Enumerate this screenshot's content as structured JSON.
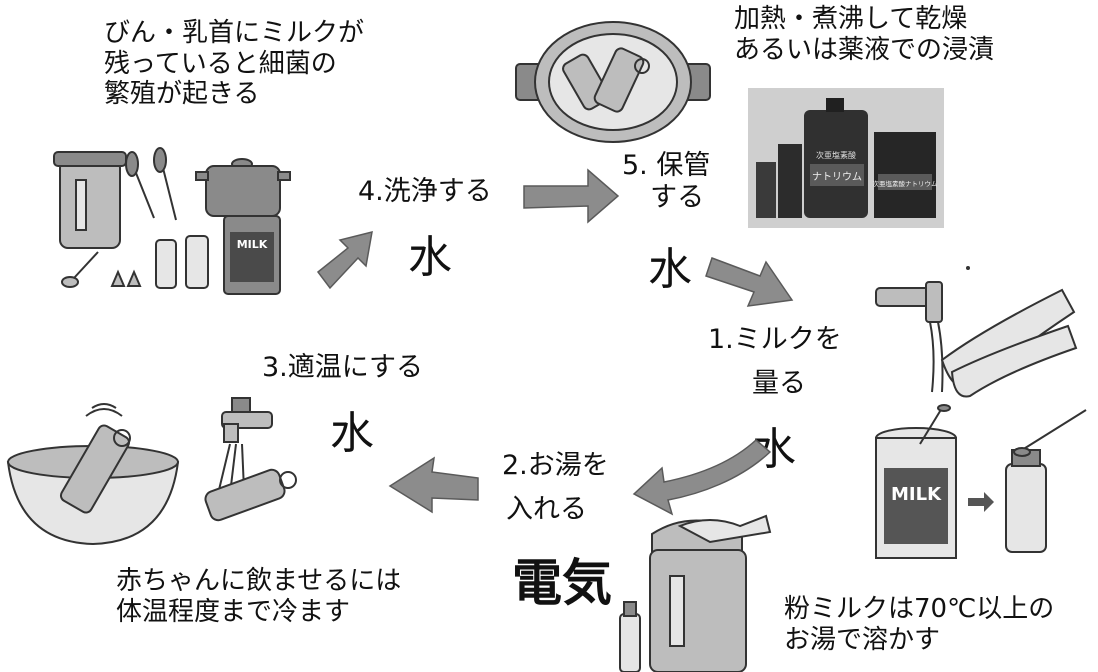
{
  "captions": {
    "bacteria": [
      "びん・乳首にミルクが",
      "残っていると細菌の",
      "繁殖が起きる"
    ],
    "sterilize": [
      "加熱・煮沸して乾燥",
      "あるいは薬液での浸漬"
    ],
    "feed": [
      "赤ちゃんに飲ませるには",
      "体温程度まで冷ます"
    ],
    "powder": [
      "粉ミルクは70℃以上の",
      "お湯で溶かす"
    ]
  },
  "steps": {
    "wash": "4.洗浄する",
    "store": [
      "5. 保管",
      "する"
    ],
    "measure": [
      "1.ミルクを",
      "量る"
    ],
    "hot_water": [
      "2.お湯を",
      "入れる"
    ],
    "cool": "3.適温にする"
  },
  "resources": {
    "wash": "水",
    "store": "水",
    "measure": "水",
    "cool": "水",
    "hot_water": "電気"
  },
  "labels": {
    "milk_package": "MILK",
    "milk_can": "MILK",
    "chem_bottle": "ナトリウム",
    "chem_bottle_top": "次亜塩素酸",
    "chem_box": "次亜塩素酸ナトリウム"
  },
  "colors": {
    "arrow": "#8c8c8c",
    "illustration": "#bdbdbd"
  }
}
